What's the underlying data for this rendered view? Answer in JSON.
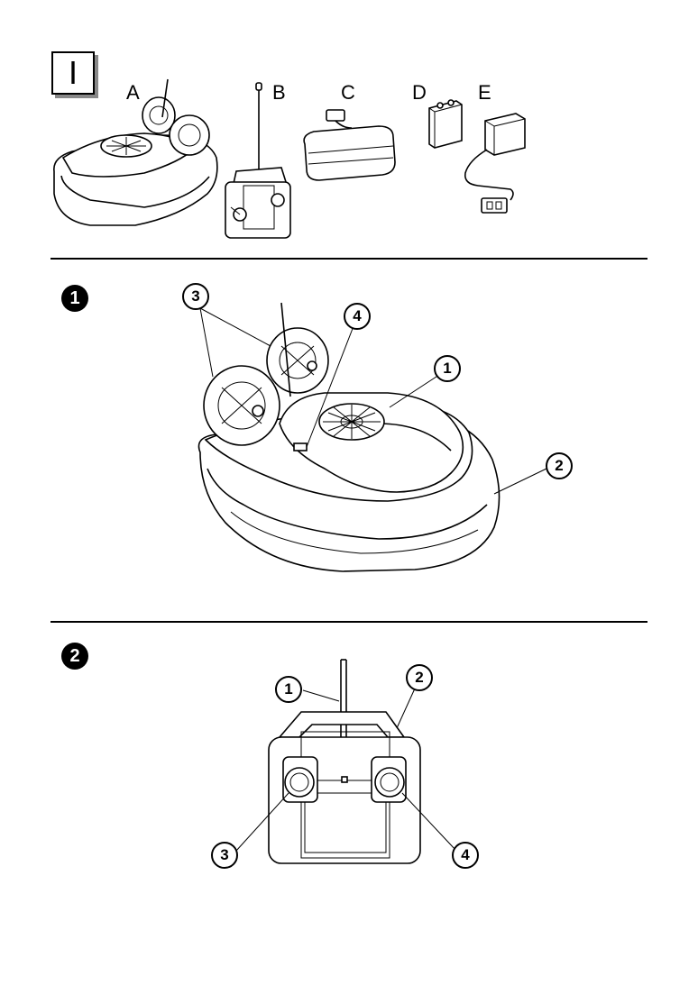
{
  "header": {
    "section_numeral": "I",
    "parts": [
      {
        "letter": "A",
        "item": "hovercraft"
      },
      {
        "letter": "B",
        "item": "remote-control"
      },
      {
        "letter": "C",
        "item": "battery-pack"
      },
      {
        "letter": "D",
        "item": "9v-battery"
      },
      {
        "letter": "E",
        "item": "charger"
      }
    ]
  },
  "step1": {
    "number": "1",
    "callouts": [
      "1",
      "2",
      "3",
      "4"
    ]
  },
  "step2": {
    "number": "2",
    "callouts": [
      "1",
      "2",
      "3",
      "4"
    ]
  }
}
